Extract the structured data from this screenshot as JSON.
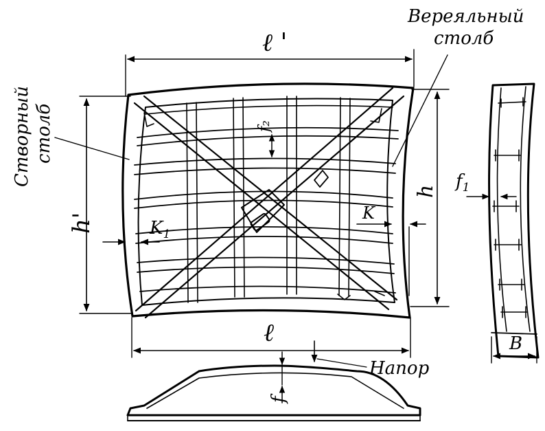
{
  "labels": {
    "gate_post_line1": "Вереяльный",
    "gate_post_line2": "столб",
    "miter_post_line1": "Створный",
    "miter_post_line2": "столб",
    "head": "Напор"
  },
  "dimensions": {
    "l_prime": "ℓ '",
    "l": "ℓ",
    "h_prime": "h'",
    "h": "h",
    "k1": "K",
    "k1_sub": "1",
    "k": "K",
    "f1": "f",
    "f1_sub": "1",
    "f": "f",
    "b": "B",
    "f2": "f₂"
  },
  "colors": {
    "ink": "#000000",
    "paper": "#ffffff"
  }
}
